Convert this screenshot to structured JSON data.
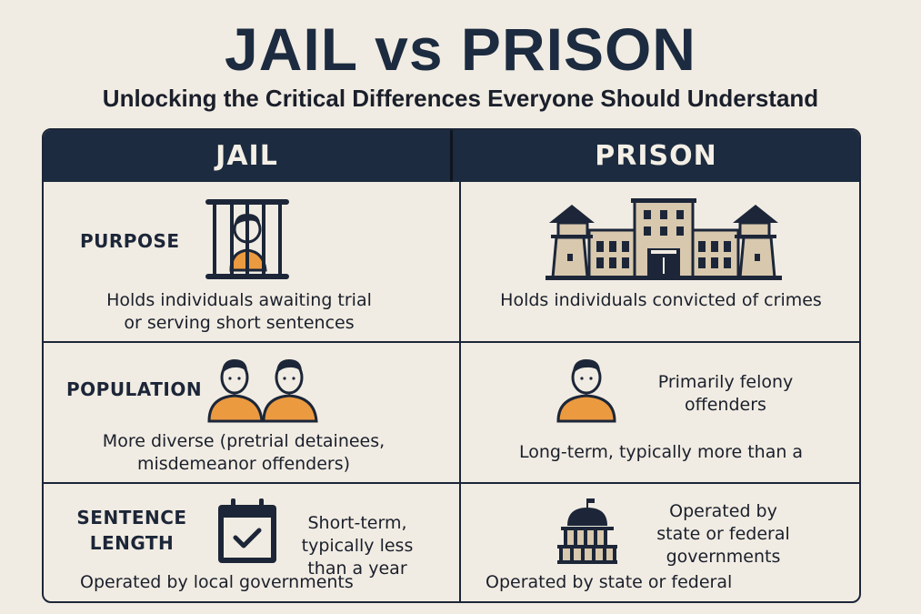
{
  "header": {
    "title": "JAIL vs PRISON",
    "subtitle": "Unlocking the Critical Differences Everyone Should Understand"
  },
  "colors": {
    "background": "#f1ece3",
    "navy": "#1c2b3f",
    "orange": "#ec9a40",
    "beige": "#d8c8ae"
  },
  "table": {
    "columns": [
      "JAIL",
      "PRISON"
    ],
    "rows": [
      {
        "label": "PURPOSE",
        "jail": {
          "icon": "person-behind-bars-icon",
          "text": [
            "Holds individuals awaiting trial",
            "or serving short sentences"
          ]
        },
        "prison": {
          "icon": "prison-building-icon",
          "text": [
            "Holds individuals convicted of crimes"
          ]
        }
      },
      {
        "label": "POPULATION",
        "jail": {
          "icon": "two-people-icon",
          "text": [
            "More diverse (pretrial detainees,",
            "misdemeanor offenders)"
          ]
        },
        "prison": {
          "icon": "person-icon",
          "side_text": [
            "Primarily felony",
            "offenders"
          ],
          "text": [
            "Long-term, typically more than a"
          ]
        }
      },
      {
        "label_lines": [
          "SENTENCE",
          "LENGTH"
        ],
        "jail": {
          "icon": "calendar-check-icon",
          "side_text": [
            "Short-term,",
            "typically less",
            "than a year"
          ],
          "text": [
            "Operated by local governments"
          ]
        },
        "prison": {
          "icon": "capitol-building-icon",
          "side_text": [
            "Operated by",
            "state or federal",
            "governments"
          ],
          "text": [
            "Operated by state or federal"
          ]
        }
      }
    ]
  }
}
